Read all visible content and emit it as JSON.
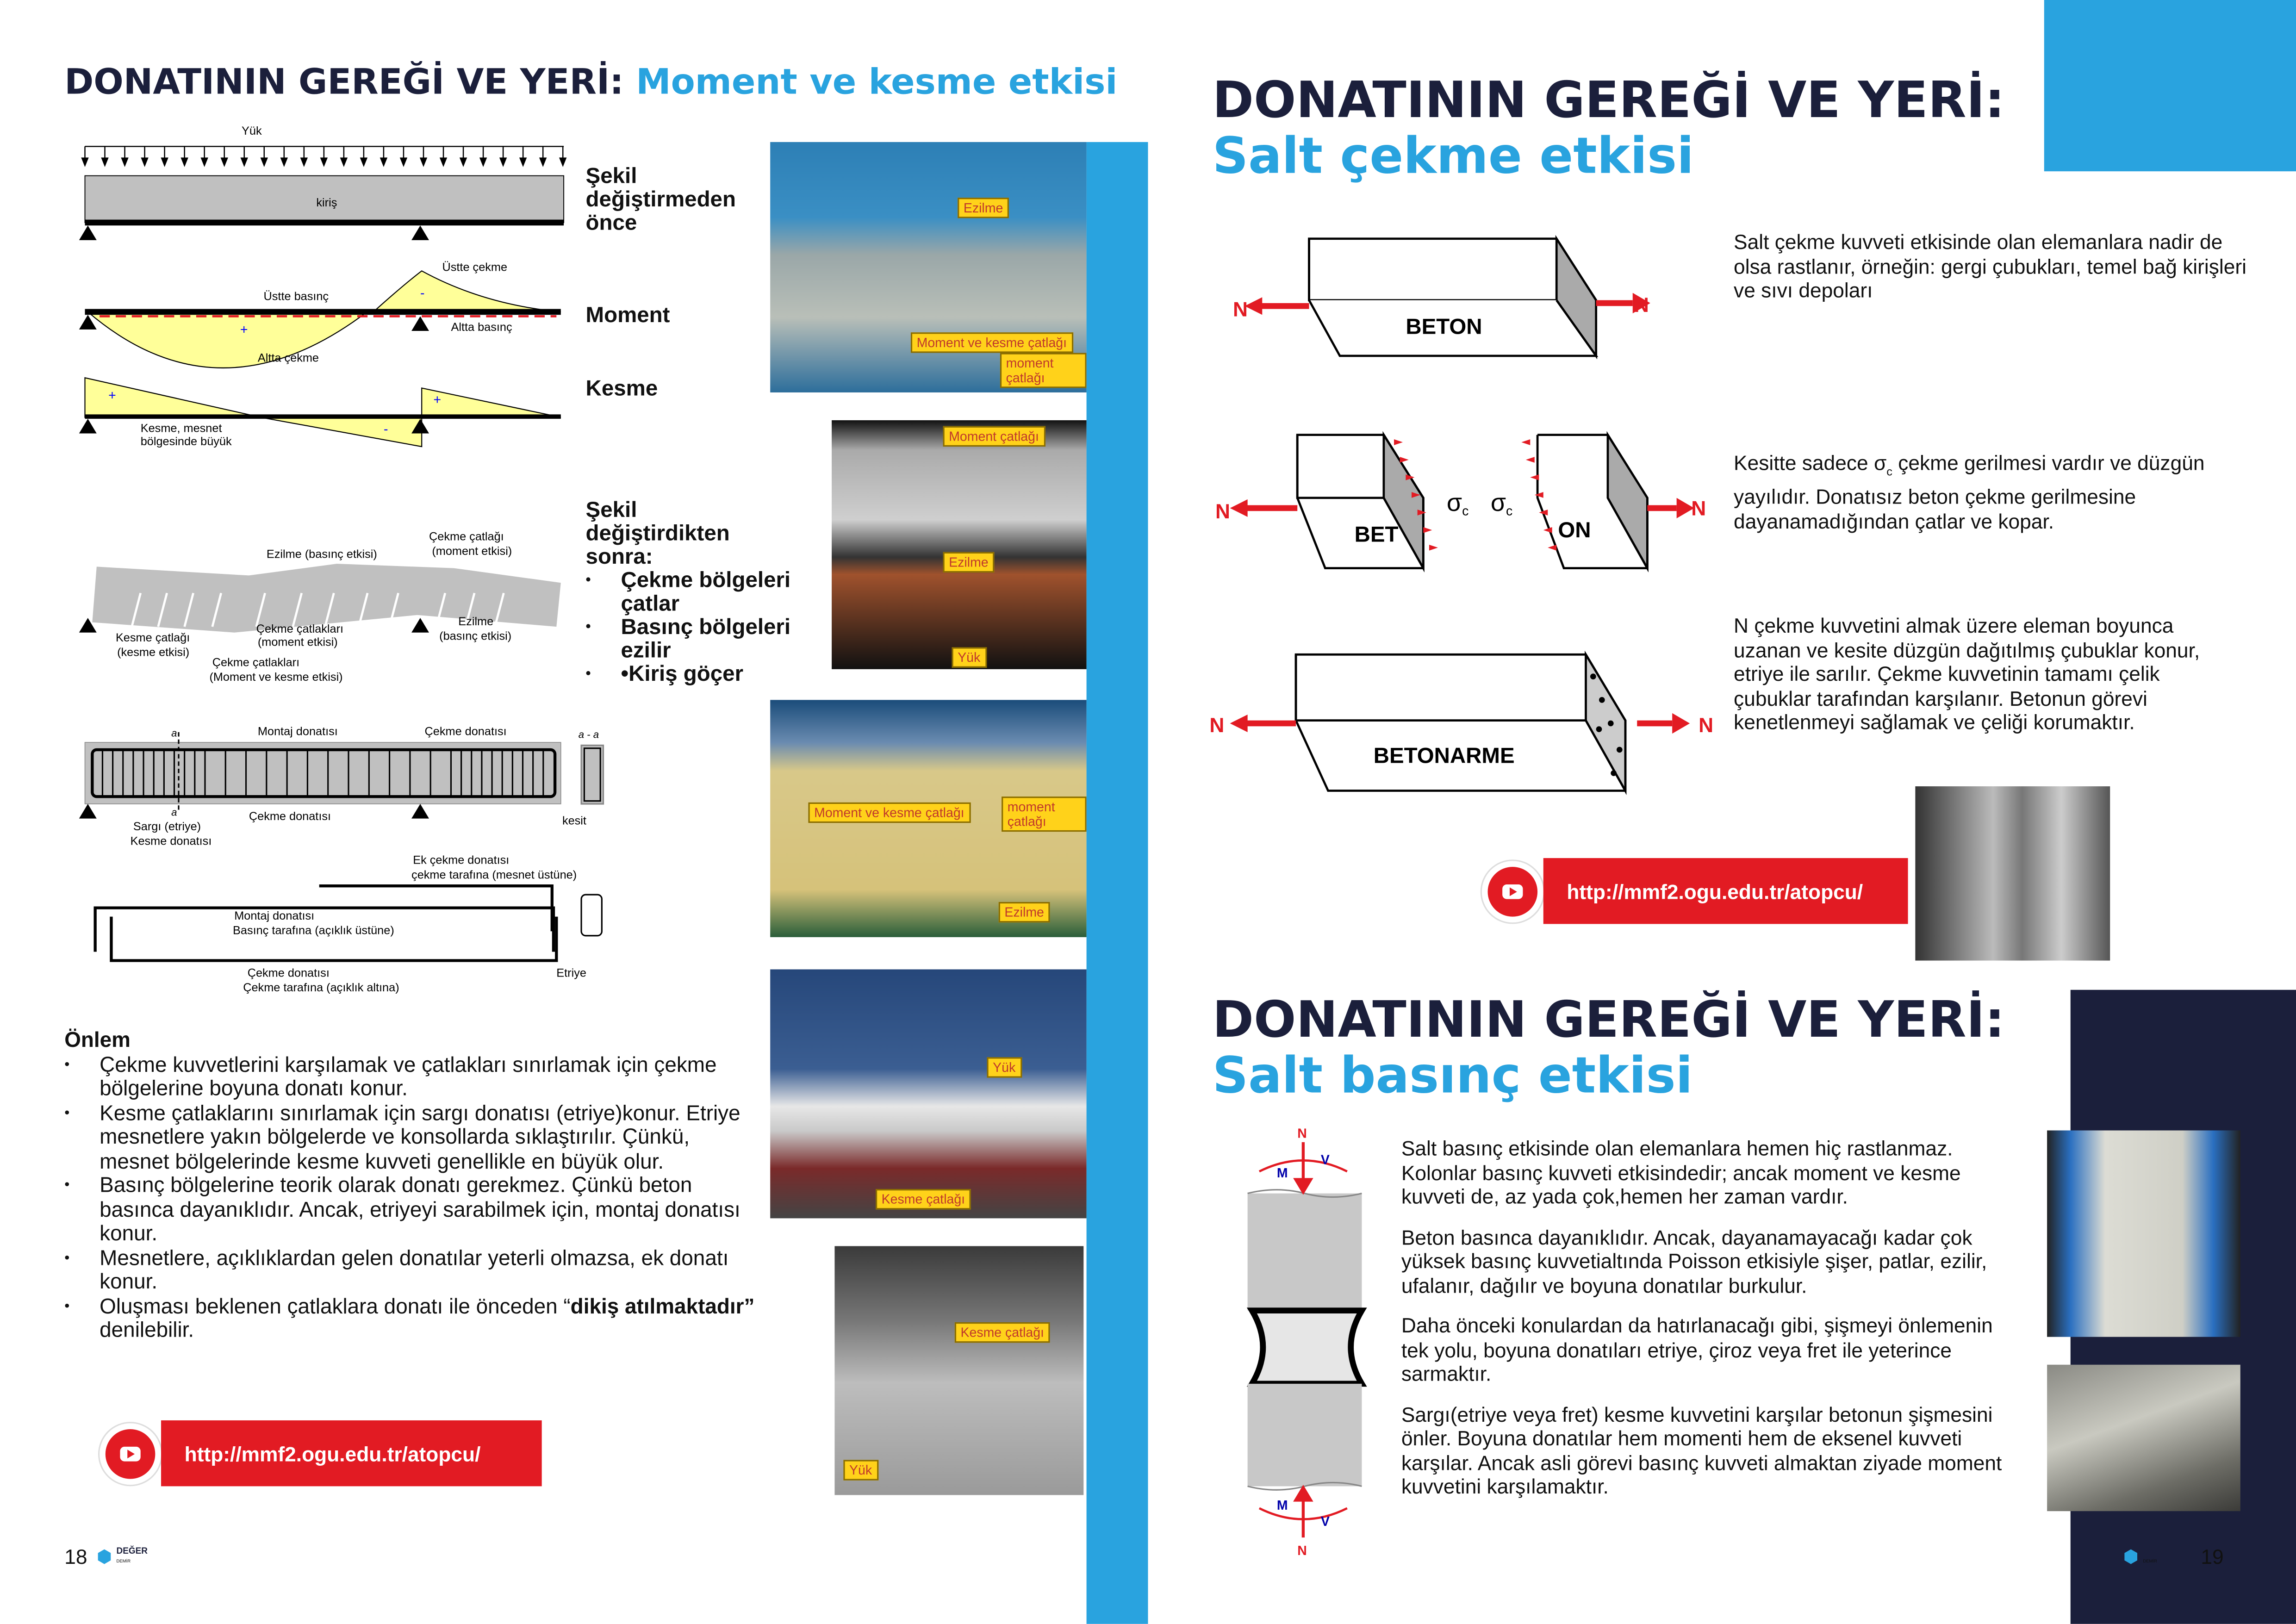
{
  "left_page": {
    "title_dark": "DONATININ GEREĞİ VE YERİ:",
    "title_blue": "Moment ve kesme etkisi",
    "diagram": {
      "yuk": "Yük",
      "kiris": "kiriş",
      "ustte_cekme": "Üstte çekme",
      "ustte_basinc": "Üstte basınç",
      "altta_basinc": "Altta basınç",
      "altta_cekme": "Altta çekme",
      "kesme_mesnet_1": "Kesme, mesnet",
      "kesme_mesnet_2": "bölgesinde büyük",
      "ezilme_basinc": "Ezilme (basınç etkisi)",
      "cekme_catlagi_1": "Çekme çatlağı",
      "cekme_catlagi_2": "(moment etkisi)",
      "kesme_catlagi_1": "Kesme çatlağı",
      "kesme_catlagi_2": "(kesme etkisi)",
      "cekme_catlaklari_1": "Çekme çatlakları",
      "cekme_catlaklari_2": "(moment etkisi)",
      "cekme_catlaklari_mk_1": "Çekme çatlakları",
      "cekme_catlaklari_mk_2": "(Moment ve kesme etkisi)",
      "ezilme_1": "Ezilme",
      "ezilme_2": "(basınç etkisi)",
      "montaj_donatisi": "Montaj donatısı",
      "cekme_donatisi": "Çekme donatısı",
      "aa": "a - a",
      "a": "a",
      "cekme_donatisi_alt": "Çekme donatısı",
      "sargi_1": "Sargı (etriye)",
      "sargi_2": "Kesme donatısı",
      "kesit": "kesit",
      "ek_cekme_1": "Ek  çekme donatısı",
      "ek_cekme_2": "çekme tarafına (mesnet üstüne)",
      "montaj_2_1": "Montaj donatısı",
      "montaj_2_2": "Basınç tarafına (açıklık üstüne)",
      "cekme_2_1": "Çekme donatısı",
      "cekme_2_2": "Çekme tarafına (açıklık altına)",
      "etriye": "Etriye",
      "plus": "+",
      "minus": "-"
    },
    "labels": {
      "sekil_once": [
        "Şekil",
        "değiştirmeden",
        "önce"
      ],
      "moment": "Moment",
      "kesme": "Kesme",
      "sekil_sonra": [
        "Şekil",
        "değiştirdikten",
        "sonra:"
      ],
      "bullets": [
        "Çekme bölgeleri çatlar",
        "Basınç bölgeleri ezilir",
        "•Kiriş göçer"
      ]
    },
    "photos": [
      {
        "tags": [
          "Ezilme",
          "Moment ve kesme çatlağı",
          "moment çatlağı"
        ]
      },
      {
        "tags": [
          "Moment çatlağı",
          "Ezilme",
          "Yük"
        ]
      },
      {
        "tags": [
          "Moment ve kesme çatlağı",
          "moment çatlağı",
          "Ezilme"
        ]
      },
      {
        "tags": [
          "Yük",
          "Kesme çatlağı"
        ]
      },
      {
        "tags": [
          "Kesme çatlağı",
          "Yük"
        ]
      }
    ],
    "onlem_title": "Önlem",
    "onlem_items": [
      "Çekme kuvvetlerini karşılamak ve çatlakları sınırlamak için çekme bölgelerine boyuna donatı konur.",
      "Kesme çatlaklarını sınırlamak için sargı donatısı (etriye)konur. Etriye mesnetlere yakın bölgelerde ve konsollarda sıklaştırılır. Çünkü, mesnet bölgelerinde kesme kuvveti genellikle en büyük olur.",
      "Basınç bölgelerine teorik olarak donatı gerekmez. Çünkü beton basınca dayanıklıdır. Ancak, etriyeyi sarabilmek için, montaj donatısı konur.",
      "Mesnetlere, açıklıklardan gelen donatılar yeterli olmazsa, ek donatı konur."
    ],
    "onlem_last_pre": "Oluşması beklenen çatlaklara donatı ile önceden “",
    "onlem_last_bold": "dikiş atılmaktadır”",
    "onlem_last_post": " denilebilir.",
    "link": "http://mmf2.ogu.edu.tr/atopcu/",
    "page_number": "18",
    "logo_text": "DEĞER",
    "logo_sub": "DEMİR"
  },
  "right_page": {
    "title1_dark": "DONATININ GEREĞİ VE YERİ:",
    "title1_blue": "Salt çekme etkisi",
    "N": "N",
    "beton": "BETON",
    "bet": "BET",
    "on": "ON",
    "sigma": "σ",
    "sub_c": "c",
    "betonarme": "BETONARME",
    "para1": "Salt çekme kuvveti etkisinde olan elemanlara nadir de olsa rastlanır, örneğin: gergi çubukları, temel bağ kirişleri ve sıvı depoları",
    "para2_pre": "Kesitte sadece ",
    "para2_post": " çekme gerilmesi vardır ve düzgün yayılıdır. Donatısız beton çekme gerilmesine dayanamadığından çatlar ve kopar.",
    "para3": "N çekme kuvvetini almak üzere eleman boyunca uzanan ve kesite düzgün dağıtılmış çubuklar konur, etriye ile sarılır. Çekme kuvvetinin tamamı çelik çubuklar tarafından karşılanır. Betonun görevi kenetlenmeyi sağlamak ve çeliği korumaktır.",
    "link": "http://mmf2.ogu.edu.tr/atopcu/",
    "title2_dark": "DONATININ GEREĞİ VE YERİ:",
    "title2_blue": "Salt basınç etkisi",
    "column": {
      "N": "N",
      "M": "M",
      "V": "V"
    },
    "paras_basinc": [
      "Salt basınç etkisinde olan elemanlara hemen hiç rastlanmaz. Kolonlar basınç kuvveti etkisindedir; ancak moment ve kesme kuvveti de, az yada çok,hemen her zaman vardır.",
      "Beton basınca dayanıklıdır. Ancak, dayanamayacağı kadar çok yüksek basınç kuvvetialtında Poisson etkisiyle şişer, patlar, ezilir, ufalanır, dağılır ve boyuna donatılar burkulur.",
      "Daha önceki konulardan da hatırlanacağı gibi, şişmeyi önlemenin tek yolu, boyuna donatıları etriye, çiroz veya fret ile yeterince sarmaktır.",
      "Sargı(etriye veya fret) kesme kuvvetini karşılar betonun şişmesini önler. Boyuna donatılar hem momenti hem de eksenel kuvveti karşılar. Ancak asli görevi basınç kuvveti almaktan ziyade moment kuvvetini karşılamaktır."
    ],
    "page_number": "19",
    "logo_text": "DEĞER",
    "logo_sub": "DEMİR"
  },
  "colors": {
    "navy": "#1b1f3b",
    "blue": "#29a3df",
    "red": "#e21b23",
    "yellow": "#ffff99"
  }
}
